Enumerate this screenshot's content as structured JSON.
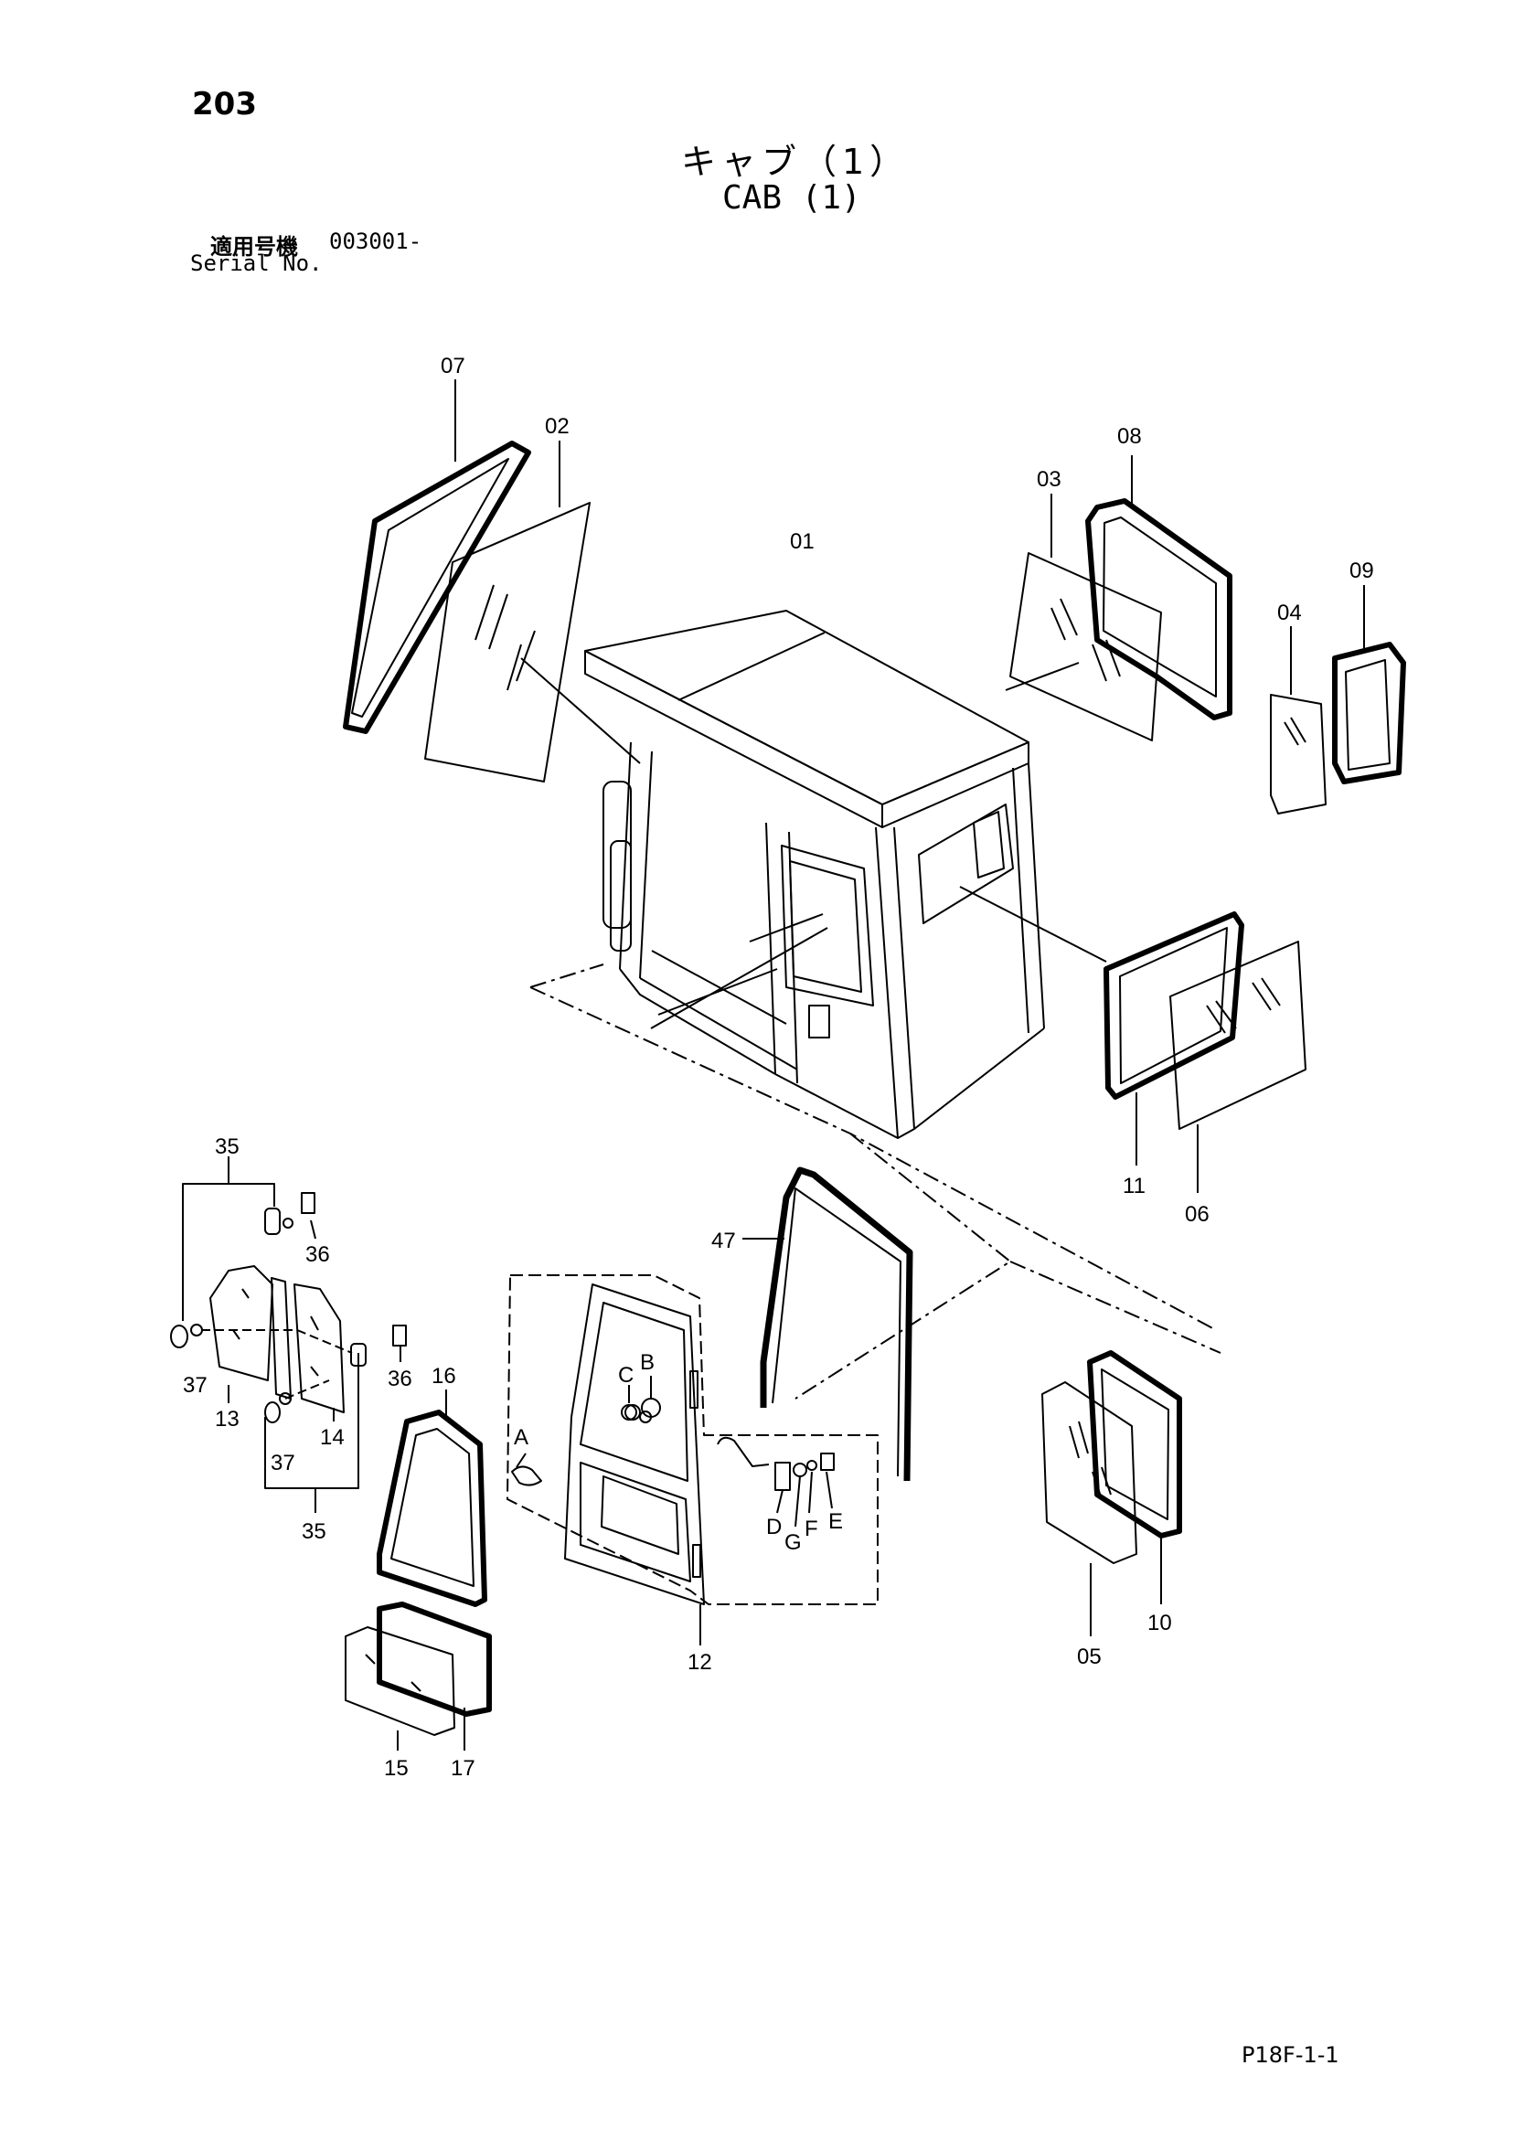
{
  "header": {
    "page_number": "203",
    "title_jp": "キャブ（1）",
    "title_en": "CAB (1)",
    "serial_label_jp": "適用号機",
    "serial_value": "003001-",
    "serial_label_en": "Serial No."
  },
  "footer": {
    "ref_code": "P18F-1-1"
  },
  "callouts": [
    {
      "id": "c01",
      "text": "01"
    },
    {
      "id": "c02",
      "text": "02"
    },
    {
      "id": "c03",
      "text": "03"
    },
    {
      "id": "c04",
      "text": "04"
    },
    {
      "id": "c05",
      "text": "05"
    },
    {
      "id": "c06",
      "text": "06"
    },
    {
      "id": "c07",
      "text": "07"
    },
    {
      "id": "c08",
      "text": "08"
    },
    {
      "id": "c09",
      "text": "09"
    },
    {
      "id": "c10",
      "text": "10"
    },
    {
      "id": "c11",
      "text": "11"
    },
    {
      "id": "c12",
      "text": "12"
    },
    {
      "id": "c13",
      "text": "13"
    },
    {
      "id": "c14",
      "text": "14"
    },
    {
      "id": "c15",
      "text": "15"
    },
    {
      "id": "c16",
      "text": "16"
    },
    {
      "id": "c17",
      "text": "17"
    },
    {
      "id": "c35a",
      "text": "35"
    },
    {
      "id": "c35b",
      "text": "35"
    },
    {
      "id": "c36a",
      "text": "36"
    },
    {
      "id": "c36b",
      "text": "36"
    },
    {
      "id": "c37a",
      "text": "37"
    },
    {
      "id": "c37b",
      "text": "37"
    },
    {
      "id": "c47",
      "text": "47"
    },
    {
      "id": "cA",
      "text": "A"
    },
    {
      "id": "cB",
      "text": "B"
    },
    {
      "id": "cC",
      "text": "C"
    },
    {
      "id": "cD",
      "text": "D"
    },
    {
      "id": "cE",
      "text": "E"
    },
    {
      "id": "cF",
      "text": "F"
    },
    {
      "id": "cG",
      "text": "G"
    }
  ]
}
